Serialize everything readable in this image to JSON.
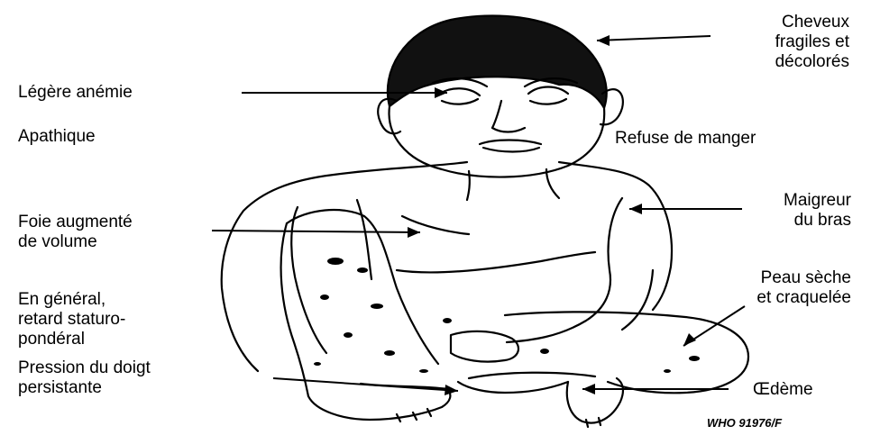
{
  "labels": {
    "cheveux": [
      "Cheveux",
      "fragiles et",
      "décolorés"
    ],
    "anemie": "Légère anémie",
    "apathique": "Apathique",
    "refuse": "Refuse de manger",
    "maigreur": [
      "Maigreur",
      "du bras"
    ],
    "foie": [
      "Foie augmenté",
      "de volume"
    ],
    "peau": [
      "Peau sèche",
      "et craquelée"
    ],
    "general": [
      "En général,",
      "retard staturo-",
      "pondéral"
    ],
    "pression": [
      "Pression du doigt",
      "persistante"
    ],
    "oedeme": "Œdème"
  },
  "credit": "WHO 91976/F",
  "colors": {
    "ink": "#000000",
    "paper": "#ffffff"
  }
}
